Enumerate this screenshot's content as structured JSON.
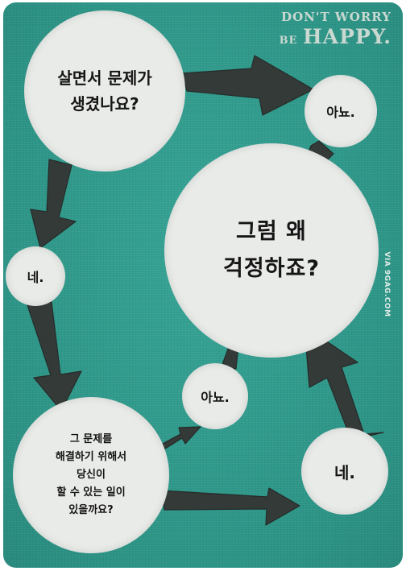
{
  "brand": {
    "line1": "DON'T WORRY",
    "line2_small": "BE",
    "line2_big": "HAPPY."
  },
  "credit": "VIA 9GAG.COM",
  "nodes": {
    "problem": {
      "line1": "살면서 문제가",
      "line2": "생겼나요?"
    },
    "no_1": "아뇨.",
    "main": {
      "line1": "그럼 왜",
      "line2": "걱정하죠?"
    },
    "yes_1": "네.",
    "solve": {
      "line1": "그 문제를",
      "line2": "해결하기 위해서",
      "line3": "당신이",
      "line4": "할 수 있는 일이",
      "line5": "있을까요?"
    },
    "no_2": "아뇨.",
    "yes_2": "네."
  },
  "colors": {
    "background": "#2f9a8c",
    "circle": "#e9ebe8",
    "arrow": "#333a37",
    "text": "#151515",
    "brand_text": "#c9d8d0"
  }
}
